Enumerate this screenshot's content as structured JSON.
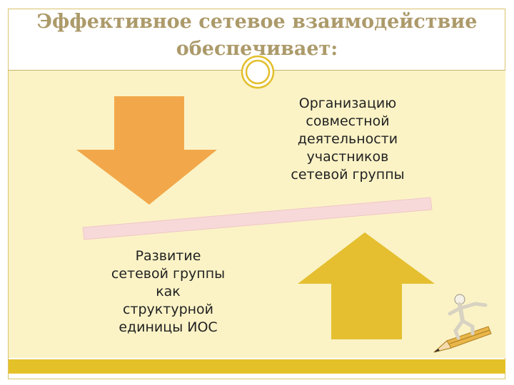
{
  "title": {
    "lines": [
      "Эффективное сетевое взаимодействие",
      "обеспечивает:"
    ]
  },
  "blocks": {
    "top_right": {
      "lines": [
        "Организацию",
        "совместной",
        "деятельности",
        "участников",
        "сетевой группы"
      ]
    },
    "bottom_left": {
      "lines": [
        "Развитие",
        "сетевой группы",
        "как",
        "структурной",
        "единицы ИОС"
      ]
    }
  },
  "colors": {
    "title": "#ac9a6a",
    "panel": "#fbf3c6",
    "down_arrow": "#f2a84a",
    "up_arrow": "#e5bf30",
    "divider_bar": "#f7d9d9",
    "bottom_band": "#e4c128"
  },
  "icons": {
    "ornament": "ring-ornament",
    "figure": "stick-figure-riding-pencil"
  }
}
